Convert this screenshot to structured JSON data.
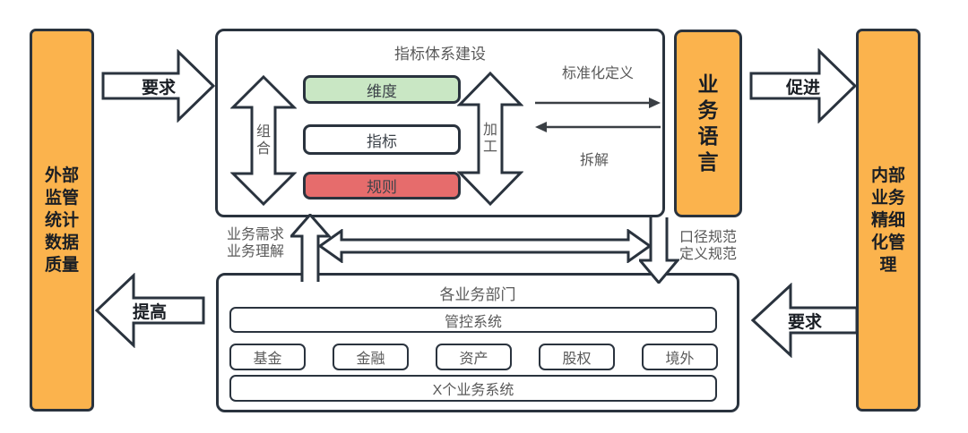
{
  "colors": {
    "orange": "#FBB34D",
    "green": "#C9E7C4",
    "red": "#E66C6C",
    "outline": "#2A333E",
    "gray_text": "#595959",
    "dark_text": "#1A1E24"
  },
  "left_bar": {
    "label": "外部\n监管\n统计\n数据\n质量"
  },
  "right_bar": {
    "label": "内部\n业务\n精细\n化管\n理"
  },
  "arrows": {
    "demand_top": "要求",
    "promote": "促进",
    "improve": "提高",
    "demand_bottom": "要求",
    "combine": "组\n合",
    "process": "加\n工",
    "standardize": "标准化定义",
    "decompose": "拆解",
    "biz_requirement": "业务需求\n业务理解",
    "caliber_spec": "口径规范\n定义规范"
  },
  "indicator_system": {
    "title": "指标体系建设",
    "dimension": "维度",
    "indicator": "指标",
    "rule": "规则"
  },
  "business_language": {
    "label": "业\n务\n语\n言"
  },
  "departments_box": {
    "title": "各业务部门",
    "control_system": "管控系统",
    "departments": [
      "基金",
      "金融",
      "资产",
      "股权",
      "境外"
    ],
    "systems": "X个业务系统"
  }
}
